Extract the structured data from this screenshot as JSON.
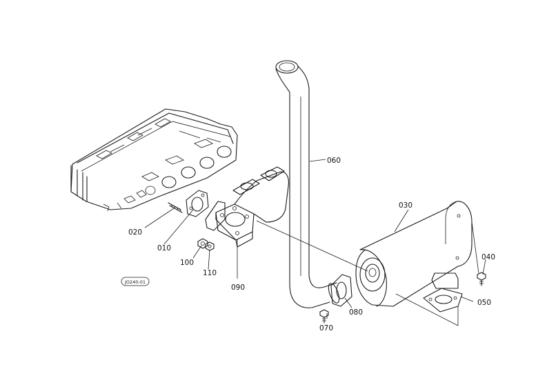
{
  "figure_code": "JO240-01",
  "callouts": {
    "p010": "010",
    "p020": "020",
    "p030": "030",
    "p040": "040",
    "p050": "050",
    "p060": "060",
    "p070": "070",
    "p080": "080",
    "p090": "090",
    "p100": "100",
    "p110": "110"
  }
}
